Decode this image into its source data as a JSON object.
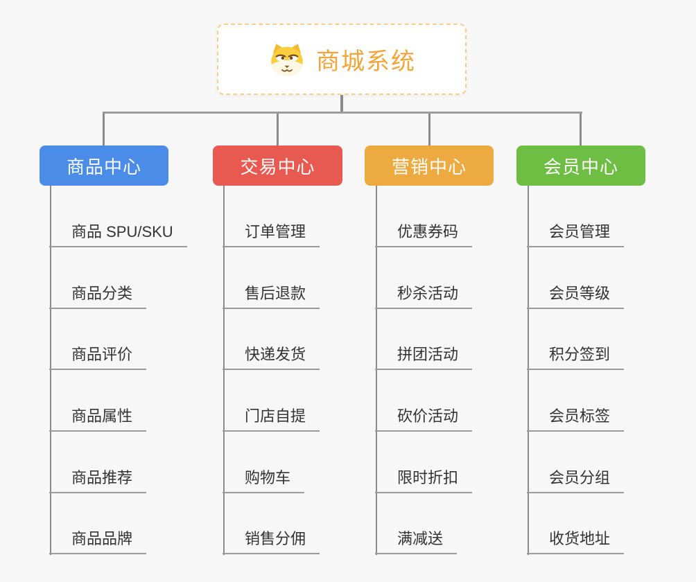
{
  "page": {
    "background": "#f7f7f7"
  },
  "theme": {
    "connector_color": "#8a8a8a",
    "hline_color": "#9b9b9b",
    "underline_color": "#9a9a9a",
    "root_border_color": "#f5cd8e",
    "root_text_color": "#f0a53c"
  },
  "root": {
    "label": "商城系统",
    "icon": "dog-face-icon"
  },
  "branches": [
    {
      "label": "商品中心",
      "color": "#4a8ce8",
      "items": [
        "商品 SPU/SKU",
        "商品分类",
        "商品评价",
        "商品属性",
        "商品推荐",
        "商品品牌"
      ]
    },
    {
      "label": "交易中心",
      "color": "#e85a50",
      "items": [
        "订单管理",
        "售后退款",
        "快递发货",
        "门店自提",
        "购物车",
        "销售分佣"
      ]
    },
    {
      "label": "营销中心",
      "color": "#edaa40",
      "items": [
        "优惠券码",
        "秒杀活动",
        "拼团活动",
        "砍价活动",
        "限时折扣",
        "满减送"
      ]
    },
    {
      "label": "会员中心",
      "color": "#6fbe44",
      "items": [
        "会员管理",
        "会员等级",
        "积分签到",
        "会员标签",
        "会员分组",
        "收货地址"
      ]
    }
  ]
}
